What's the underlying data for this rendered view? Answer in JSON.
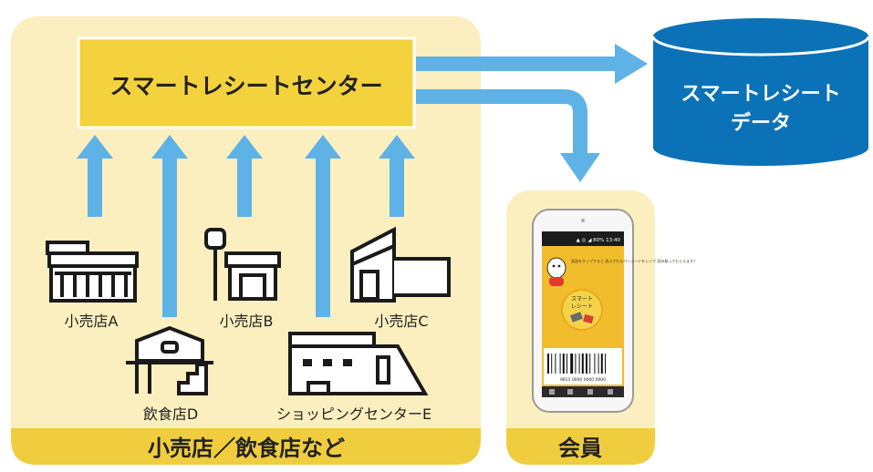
{
  "center": {
    "label": "スマートレシートセンター"
  },
  "database": {
    "label_line1": "スマートレシート",
    "label_line2": "データ"
  },
  "stores": [
    {
      "label": "小売店A"
    },
    {
      "label": "小売店B"
    },
    {
      "label": "小売店C"
    },
    {
      "label": "飲食店D"
    },
    {
      "label": "ショッピングセンターE"
    }
  ],
  "panels": {
    "stores_footer": "小売店／飲食店など",
    "member_footer": "会員"
  },
  "phone": {
    "status_bar": "▲ ◎ ◢ 80% 13:40",
    "speech": "画面をタップすると 表示されるバーコードをレジで 読み取ってもらえます♪",
    "app_logo_line1": "スマート",
    "app_logo_line2": "レシート",
    "barcode_number": "9913 0000 0000 0000"
  },
  "colors": {
    "panel_bg": "#fcefbf",
    "footer_bg": "#f0cd3f",
    "center_box": "#f3d23e",
    "arrow": "#5fb2e6",
    "database": "#0b72b8",
    "phone_screen": "#f1bd2d"
  }
}
